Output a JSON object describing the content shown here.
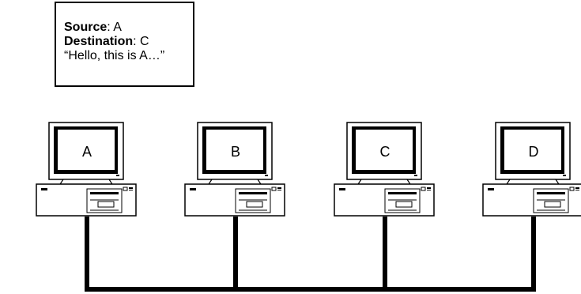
{
  "message": {
    "source_label": "Source",
    "source_value": ": A",
    "destination_label": "Destination",
    "destination_value": ": C",
    "body": "“Hello, this is A…”"
  },
  "computers": [
    {
      "label": "A"
    },
    {
      "label": "B"
    },
    {
      "label": "C"
    },
    {
      "label": "D"
    }
  ],
  "colors": {
    "stroke": "#000000",
    "fill": "#ffffff"
  }
}
